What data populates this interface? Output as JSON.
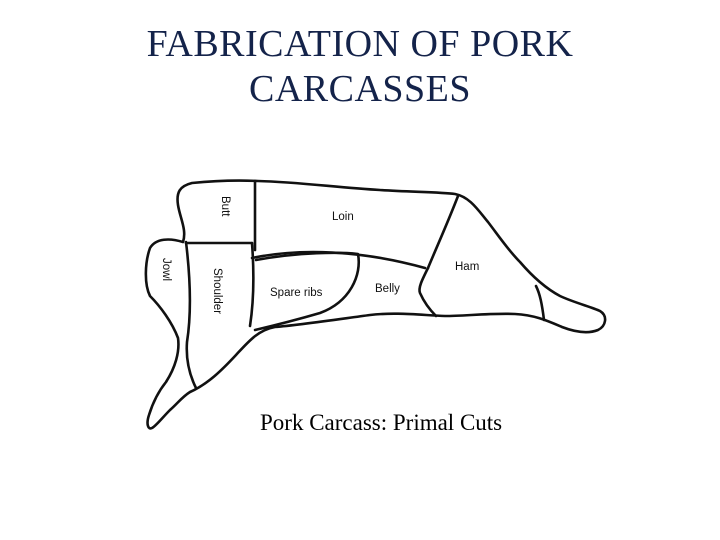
{
  "slide": {
    "title_line1": "FABRICATION OF PORK",
    "title_line2": "CARCASSES",
    "caption": "Pork Carcass: Primal Cuts"
  },
  "diagram": {
    "cuts": {
      "butt": "Butt",
      "loin": "Loin",
      "jowl": "Jowl",
      "shoulder": "Shoulder",
      "spare_ribs": "Spare ribs",
      "belly": "Belly",
      "ham": "Ham"
    }
  },
  "colors": {
    "title": "#14234a",
    "line": "#111111",
    "background": "#ffffff"
  }
}
